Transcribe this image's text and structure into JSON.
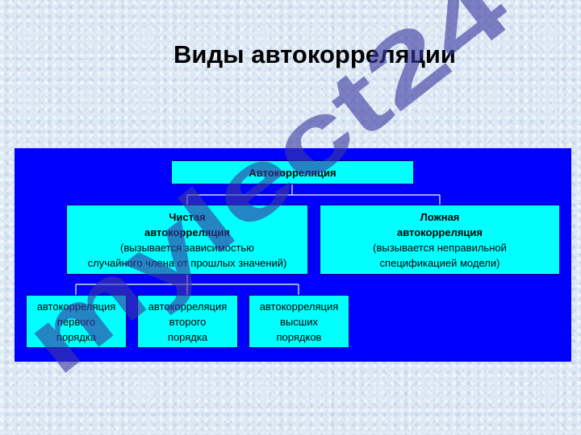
{
  "title": "Виды автокорреляции",
  "root": {
    "label": "Автокорреляция"
  },
  "pure": {
    "line1": "Чистая",
    "line2": "автокорреляция",
    "line3": "(вызывается зависимостью",
    "line4": "случайного члена от прошлых значений)"
  },
  "false_ac": {
    "line1": "Ложная",
    "line2": "автокорреляция",
    "line3": "(вызывается неправильной",
    "line4": "спецификацией модели)"
  },
  "orders": [
    {
      "line1": "автокорреляция",
      "line2": "первого",
      "line3": "порядка"
    },
    {
      "line1": "автокорреляция",
      "line2": "второго",
      "line3": "порядка"
    },
    {
      "line1": "автокорреляция",
      "line2": "высших",
      "line3": "порядков"
    }
  ],
  "watermark": {
    "text": "mylect24"
  },
  "colors": {
    "panel": "#0000ff",
    "box": "#00ffff",
    "connector": "#ffffff",
    "watermark": "#3a3aa0"
  }
}
